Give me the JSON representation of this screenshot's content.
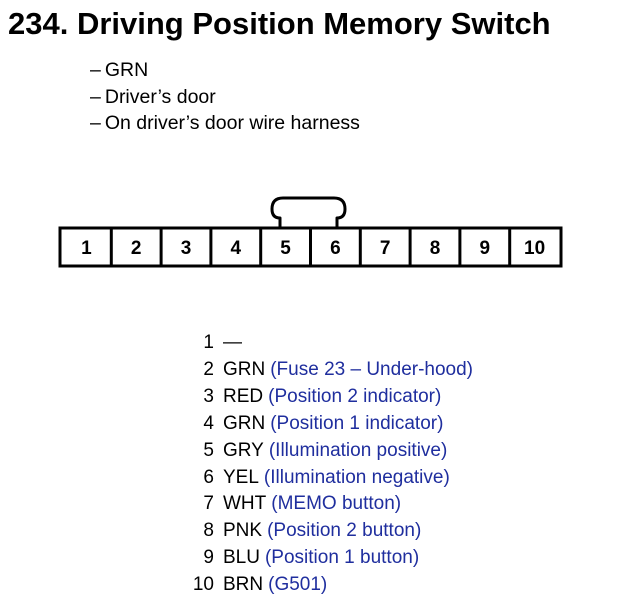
{
  "title": "234. Driving Position Memory Switch",
  "info": [
    "GRN",
    "Driver’s door",
    "On driver’s door wire harness"
  ],
  "info_dash": "–",
  "connector": {
    "cavities": [
      "1",
      "2",
      "3",
      "4",
      "5",
      "6",
      "7",
      "8",
      "9",
      "10"
    ]
  },
  "pins": [
    {
      "num": "1",
      "color": "—",
      "desc": ""
    },
    {
      "num": "2",
      "color": "GRN",
      "desc": "(Fuse 23 – Under-hood)"
    },
    {
      "num": "3",
      "color": "RED",
      "desc": "(Position 2 indicator)"
    },
    {
      "num": "4",
      "color": "GRN",
      "desc": "(Position 1 indicator)"
    },
    {
      "num": "5",
      "color": "GRY",
      "desc": "(Illumination positive)"
    },
    {
      "num": "6",
      "color": "YEL",
      "desc": "(Illumination negative)"
    },
    {
      "num": "7",
      "color": "WHT",
      "desc": "(MEMO button)"
    },
    {
      "num": "8",
      "color": "PNK",
      "desc": "(Position 2 button)"
    },
    {
      "num": "9",
      "color": "BLU",
      "desc": "(Position 1 button)"
    },
    {
      "num": "10",
      "color": "BRN",
      "desc": "(G501)"
    }
  ],
  "colors": {
    "text": "#000000",
    "description": "#1f2e9e",
    "background": "#ffffff"
  }
}
